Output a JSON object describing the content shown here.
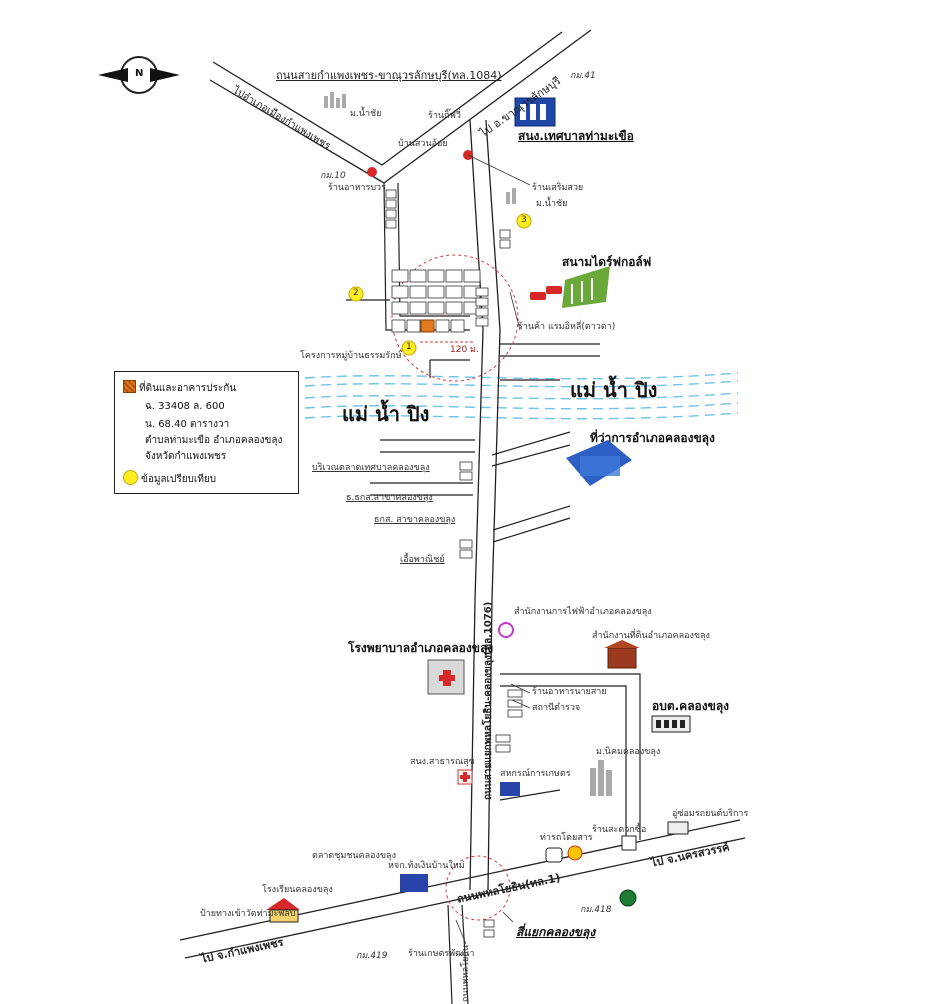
{
  "compass": {
    "letter": "N"
  },
  "roads": {
    "top_road": "ถนนสายกำแพงเพชร-ขาณุวรลักษบุรี(ทล.1084)",
    "to_kamphaeng_city": "ไปอำเภอเมืองกำแพงเพชร",
    "to_khanu": "ไป อ.ขาณุวรลักษบุรี",
    "main_road": "ถนนสายแยกพหลโยธิน-คลองขลุง(ทล.1076)",
    "phahonyothin": "ถนนพหลโยธิน(ทล.1)",
    "to_nakhon_sawan": "ไป จ.นครสวรรค์",
    "to_kamphaeng_prov": "ไป จ.กำแพงเพชร",
    "intersection": "สี่แยกคลองขลุง"
  },
  "river": {
    "name_left": "แม่ น้ำ ปิง",
    "name_right": "แม่ น้ำ ปิง"
  },
  "places": {
    "km41": "กม.41",
    "village_tr": "ม.น้ำชัย",
    "village_tl": "ม.น้ำชัย",
    "km10": "กม.10",
    "station_left": "ร้านอาหารบวร",
    "shop_top": "ร้านกิ๊ฟวี่",
    "house_top": "บ้านสวนอ้อย",
    "municipal": "สนง.เทศบาลท่ามะเขือ",
    "shop_small": "ร้านเสริมสวย",
    "golf": "สนามไดร์ฟกอล์ฟ",
    "shop_mid": "ร้านค้า แรมอิหลี่(ตาวดา)",
    "distance": "120 ม.",
    "project": "โครงการหมู่บ้านธรรมรักษ์",
    "district_office": "ที่ว่าการอำเภอคลองขลุง",
    "market": "บริเวณตลาดเทศบาลคลองขลุง",
    "bank1": "ธ.ธกส.สาขาคลองขลุง",
    "bank2": "ธกส. สาขาคลองขลุง",
    "shop_bank": "เอื้อพาณิชย์",
    "elec": "สำนักงานการไฟฟ้าอำเภอคลองขลุง",
    "land_office": "สำนักงานที่ดินอำเภอคลองขลุง",
    "hospital": "โรงพยาบาลอำเภอคลองขลุง",
    "shop_a": "ร้านอาหารนายสาย",
    "shop_b": "สถานีตำรวจ",
    "sao": "อบต.คลองขลุง",
    "health": "สนง.สาธารณสุข",
    "coop": "สหกรณ์การเกษตร",
    "village_b": "ม.นิคมคลองขลุง",
    "garage": "อู่ซ่อมรถยนต์บริการ",
    "bus": "ท่ารถโดยสาร",
    "gas": "ร้านสะดวกซื้อ",
    "market2": "ตลาดชุมชนคลองขลุง",
    "shop_c": "หจก.ท้งเงินบ้านใหม่",
    "school": "โรงเรียนคลองขลุง",
    "sign_left": "ป้ายทางเข้าวัดท่ามะพลับ",
    "km418": "กม.418",
    "km419": "กม.419",
    "bottom_shop": "ร้านเกษตรพัฒนา",
    "main_road_bottom": "ถนนพหลโยธิน"
  },
  "markers": {
    "m1": "1",
    "m2": "2",
    "m3": "3"
  },
  "legend": {
    "subject": "ที่ดินและอาคารประกัน",
    "deed": "ฉ. 33408   ล. 600",
    "area": "น.  68.40 ตารางวา",
    "location1": "ตำบลท่ามะเขือ  อำเภอคลองขลุง",
    "location2": "จังหวัดกำแพงเพชร",
    "compare": "ข้อมูลเปรียบเทียบ"
  },
  "colors": {
    "river": "#6fc2e8",
    "subject": "#e07a1f",
    "marker": "#ffee22",
    "radius": "#d63a3a"
  }
}
